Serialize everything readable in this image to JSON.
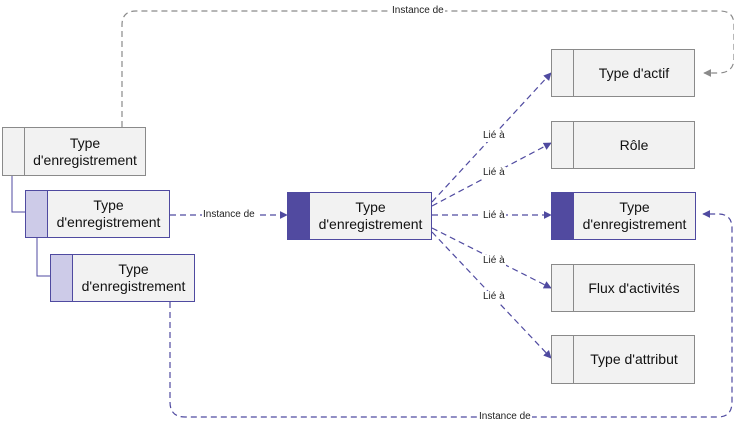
{
  "nodes": {
    "type_record_top": "Type d'enregistrement",
    "type_record_mid": "Type d'enregistrement",
    "type_record_low": "Type d'enregistrement",
    "type_record_center": "Type d'enregistrement",
    "type_actif": "Type d'actif",
    "role": "Rôle",
    "type_record_right": "Type d'enregistrement",
    "flux_activites": "Flux d'activités",
    "type_attribut": "Type d'attribut"
  },
  "edges": {
    "instance_top": "Instance de",
    "instance_mid": "Instance de",
    "instance_bottom": "Instance de",
    "lie_1": "Lié à",
    "lie_2": "Lié à",
    "lie_3": "Lié à",
    "lie_4": "Lié à",
    "lie_5": "Lié à"
  },
  "colors": {
    "accent": "#514aa0",
    "tab_light": "#cdcbe8",
    "node_fill": "#f2f2f2",
    "connector_gray": "#8a8a8a"
  }
}
